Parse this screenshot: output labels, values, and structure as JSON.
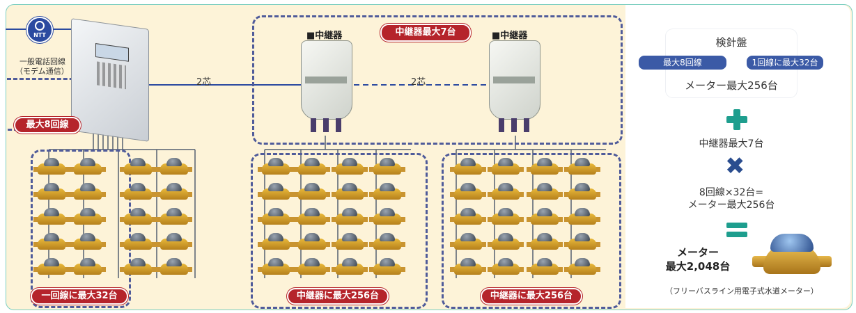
{
  "ntt_icon_label": "NTT",
  "phone_line_label": "一般電話回線",
  "phone_line_sub": "（モデム通信）",
  "wire_label_1": "2芯",
  "wire_label_2": "2芯",
  "max_lines_badge": "最大8回線",
  "repeater_group_badge": "中継器最大7台",
  "repeater_label_1": "■中継器",
  "repeater_label_2": "■中継器",
  "per_line_badge": "一回線に最大32台",
  "repeater_badge_1": "中継器に最大256台",
  "repeater_badge_2": "中継器に最大256台",
  "summary": {
    "panel_title": "検針盤",
    "chip_lines": "最大8回線",
    "chip_per_line": "1回線に最大32台",
    "panel_meters": "メーター最大256台",
    "repeaters": "中継器最大7台",
    "calc_line1": "8回線×32台=",
    "calc_line2": "メーター最大256台",
    "result_line1": "メーター",
    "result_line2": "最大2,048台",
    "meter_caption": "（フリーバスライン用電子式水道メーター）"
  },
  "colors": {
    "badge_red": "#b5242b",
    "chip_blue": "#3b5aa6",
    "accent_teal": "#1e9e8e",
    "dashed_border": "#4f5b9a",
    "wire_blue": "#2b4aa0"
  }
}
